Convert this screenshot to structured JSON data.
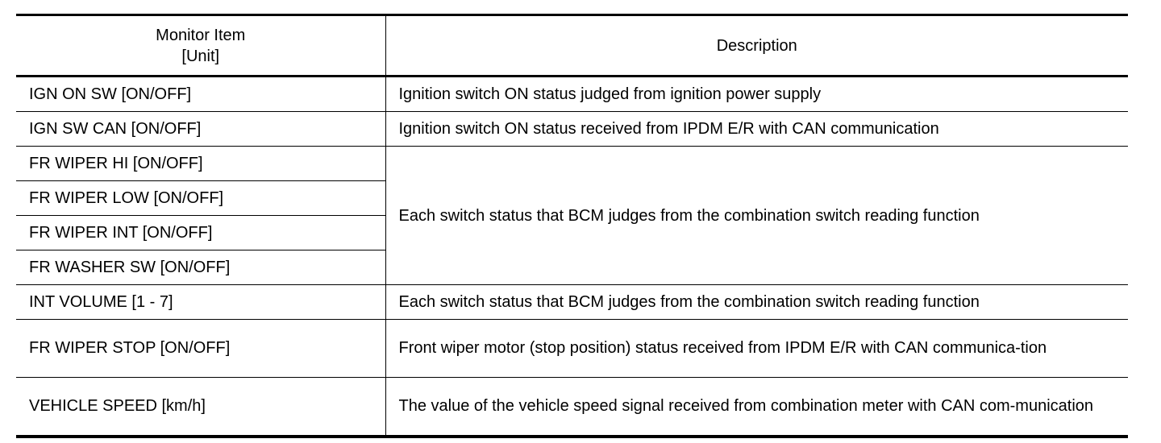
{
  "table": {
    "header": {
      "monitor_item_line1": "Monitor Item",
      "monitor_item_line2": "[Unit]",
      "description": "Description"
    },
    "rows": [
      {
        "item": "IGN ON SW [ON/OFF]",
        "description": "Ignition switch ON status judged from ignition power supply"
      },
      {
        "item": "IGN SW CAN [ON/OFF]",
        "description": "Ignition switch ON status received from IPDM E/R with CAN communication"
      },
      {
        "item": "FR WIPER HI [ON/OFF]",
        "description": "Each switch status that BCM judges from the combination switch reading function"
      },
      {
        "item": "FR WIPER LOW [ON/OFF]"
      },
      {
        "item": "FR WIPER INT [ON/OFF]"
      },
      {
        "item": "FR WASHER SW [ON/OFF]"
      },
      {
        "item": "INT VOLUME [1 - 7]",
        "description": "Each switch status that BCM judges from the combination switch reading function"
      },
      {
        "item": "FR WIPER STOP [ON/OFF]",
        "description": "Front wiper motor (stop position) status received from IPDM E/R with CAN communica-tion"
      },
      {
        "item": "VEHICLE SPEED [km/h]",
        "description": "The value of the vehicle speed signal received from combination meter with CAN com-munication"
      }
    ]
  }
}
